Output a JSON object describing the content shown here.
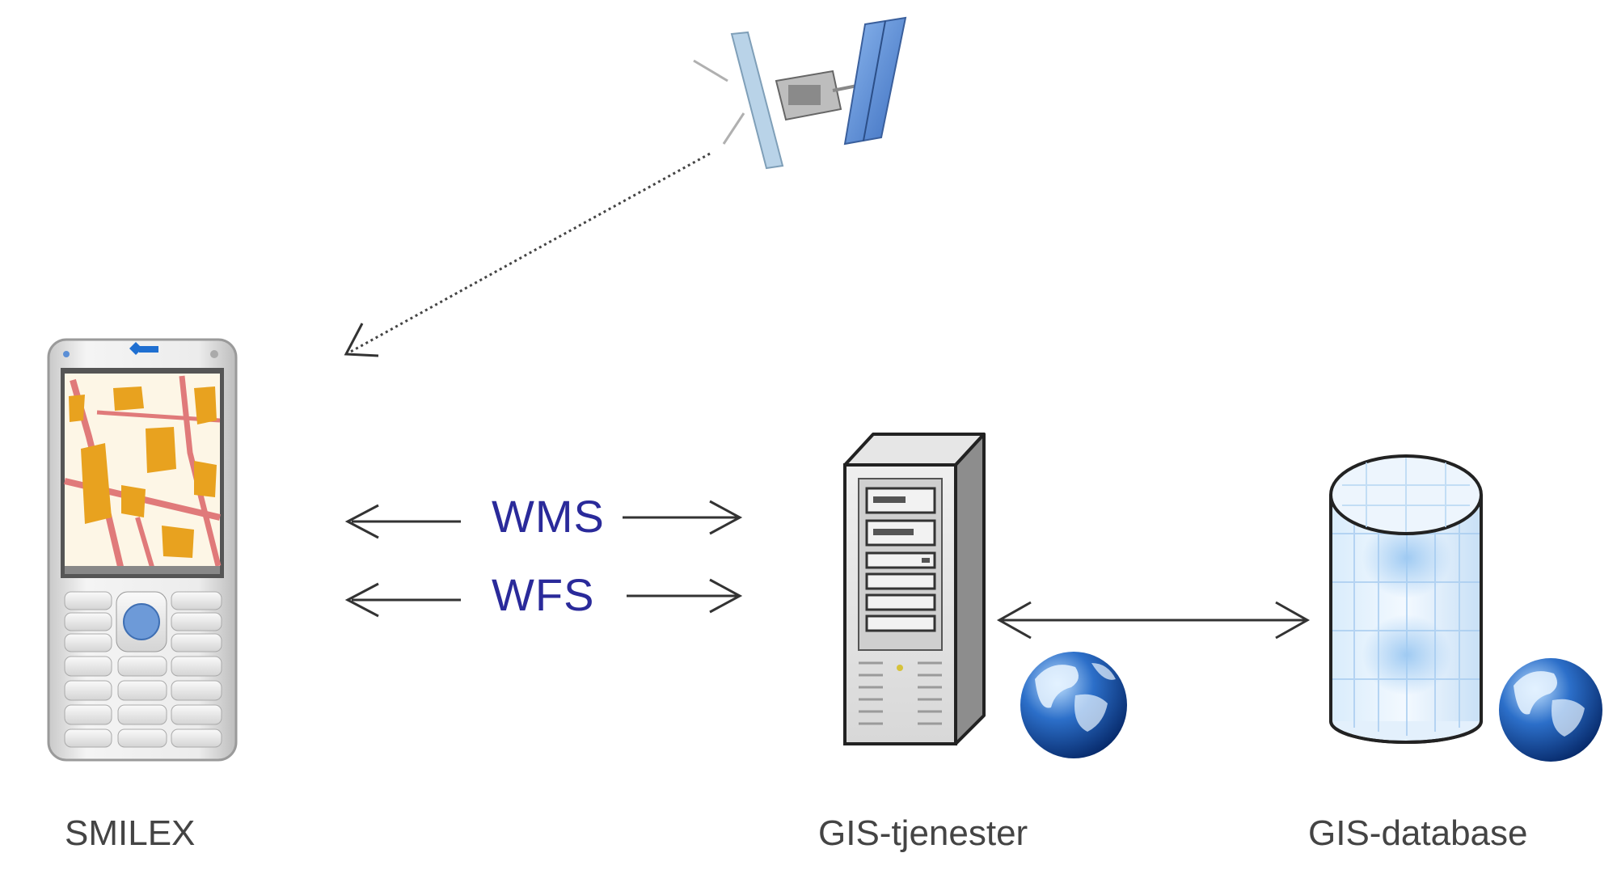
{
  "nodes": {
    "client": {
      "label": "SMILEX"
    },
    "service": {
      "label": "GIS-tjenester"
    },
    "database": {
      "label": "GIS-database"
    }
  },
  "protocols": [
    {
      "label": "WMS"
    },
    {
      "label": "WFS"
    }
  ],
  "colors": {
    "protocol_text": "#2a2a9a",
    "label_text": "#444444",
    "arrow": "#333333",
    "map_feature": "#e8a21f",
    "map_road": "#e07a7a",
    "solar_panel": "#5b8fd6",
    "globe_dark": "#0d3b8c",
    "globe_light": "#cfe6fb"
  },
  "icons": [
    "satellite-icon",
    "mobile-phone-icon",
    "server-tower-icon",
    "database-cylinder-icon",
    "globe-icon"
  ]
}
